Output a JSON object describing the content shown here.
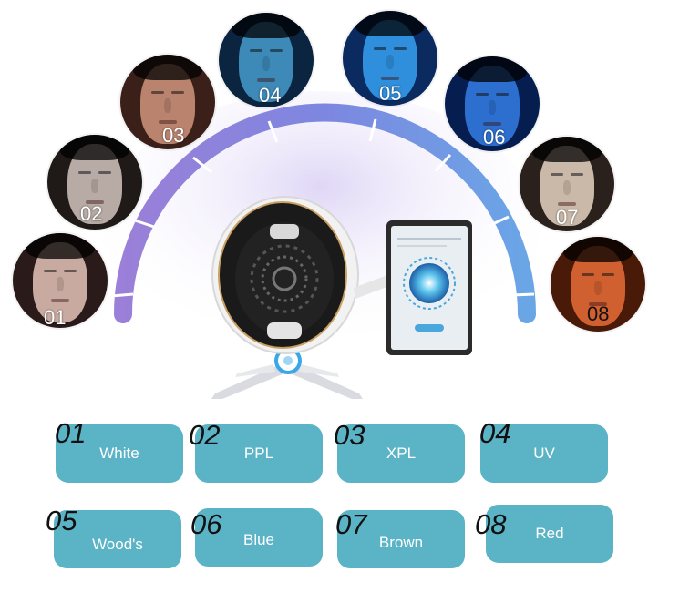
{
  "faces": [
    {
      "num": "01",
      "tone": "#c8aaa0",
      "bg": "#2a1a1a"
    },
    {
      "num": "02",
      "tone": "#b8aba6",
      "bg": "#1f1a18"
    },
    {
      "num": "03",
      "tone": "#b9836e",
      "bg": "#3a2018"
    },
    {
      "num": "04",
      "tone": "#3d89b8",
      "bg": "#0b2440"
    },
    {
      "num": "05",
      "tone": "#2f8fdc",
      "bg": "#0a2a60"
    },
    {
      "num": "06",
      "tone": "#2d6fcf",
      "bg": "#061d50"
    },
    {
      "num": "07",
      "tone": "#cab9a9",
      "bg": "#2a201c"
    },
    {
      "num": "08",
      "tone": "#d06030",
      "bg": "#4a1a08"
    }
  ],
  "modes": [
    {
      "num": "01",
      "label": "White"
    },
    {
      "num": "02",
      "label": "PPL"
    },
    {
      "num": "03",
      "label": "XPL"
    },
    {
      "num": "04",
      "label": "UV"
    },
    {
      "num": "05",
      "label": "Wood's"
    },
    {
      "num": "06",
      "label": "Blue"
    },
    {
      "num": "07",
      "label": "Brown"
    },
    {
      "num": "08",
      "label": "Red"
    }
  ],
  "colors": {
    "arc_start": "#9b7fd8",
    "arc_end": "#6aa6e6",
    "button": "#5bb3c6"
  }
}
